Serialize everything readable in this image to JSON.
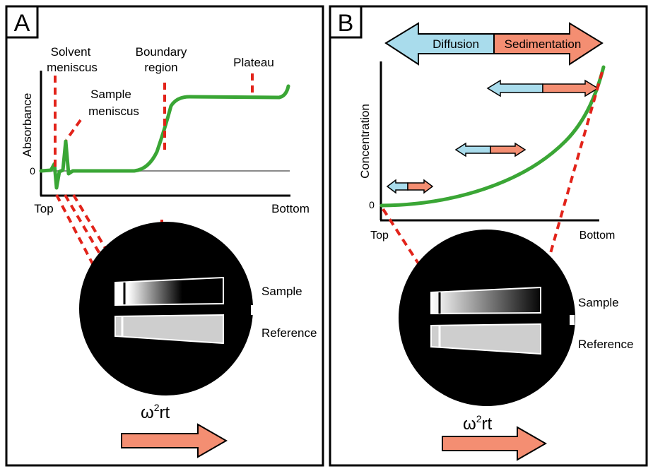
{
  "panel_a": {
    "letter": "A",
    "y_axis_label": "Absorbance",
    "zero_label": "0",
    "x_start_label": "Top",
    "x_end_label": "Bottom",
    "annotations": {
      "solvent_meniscus_line1": "Solvent",
      "solvent_meniscus_line2": "meniscus",
      "sample_meniscus_line1": "Sample",
      "sample_meniscus_line2": "meniscus",
      "boundary_line1": "Boundary",
      "boundary_line2": "region",
      "plateau": "Plateau"
    },
    "cell_labels": {
      "sample": "Sample",
      "reference": "Reference"
    },
    "force_label_base": "ω",
    "force_label_sup": "2",
    "force_label_tail": "rt"
  },
  "panel_b": {
    "letter": "B",
    "header_left": "Diffusion",
    "header_right": "Sedimentation",
    "y_axis_label": "Concentration",
    "zero_label": "0",
    "x_start_label": "Top",
    "x_end_label": "Bottom",
    "cell_labels": {
      "sample": "Sample",
      "reference": "Reference"
    },
    "force_label_base": "ω",
    "force_label_sup": "2",
    "force_label_tail": "rt"
  },
  "colors": {
    "curve": "#3aa635",
    "dashed": "#e2231a",
    "diffusion": "#a9dcec",
    "sedimentation": "#f48e72",
    "rotor": "#000000",
    "baseline": "#8a8a8a"
  }
}
